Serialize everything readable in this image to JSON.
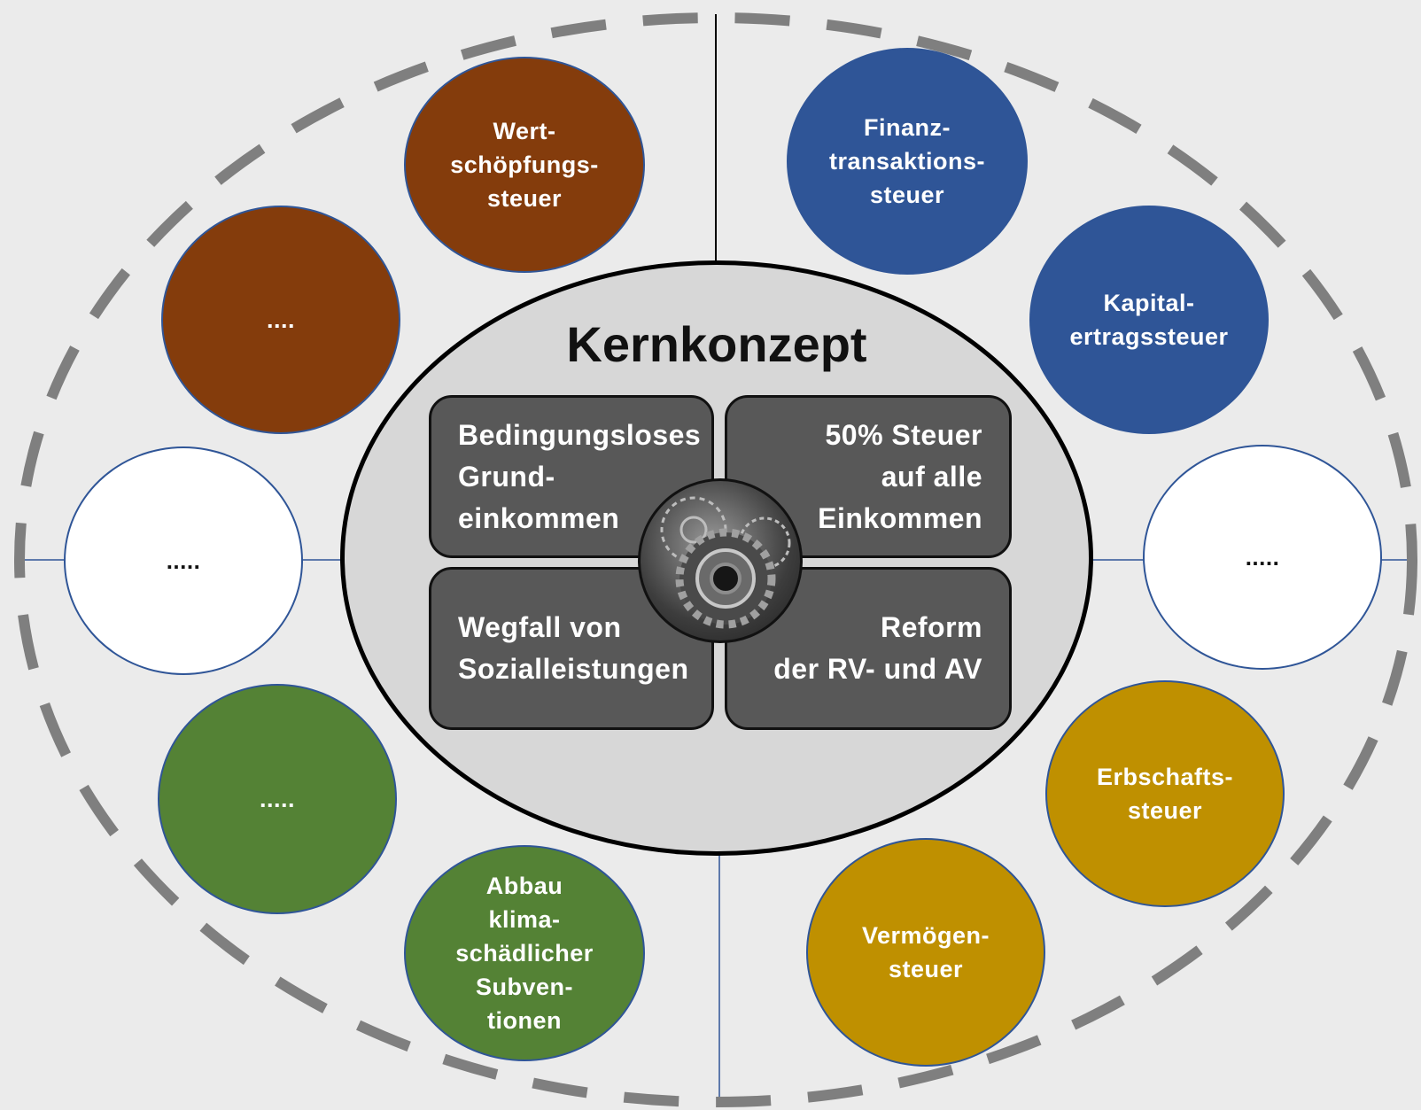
{
  "core": {
    "title": "Kernkonzept",
    "quadrants": [
      {
        "text": "Bedingungsloses\nGrund-\neinkommen"
      },
      {
        "text": "50% Steuer\nauf alle\nEinkommen"
      },
      {
        "text": "Wegfall von\nSozialleistungen"
      },
      {
        "text": "Reform\nder RV- und AV"
      }
    ],
    "center_icon": "gears-icon"
  },
  "satellites": [
    {
      "label": "Wert-\nschöpfungs-\nsteuer",
      "color": "#843c0c"
    },
    {
      "label": "....",
      "color": "#843c0c"
    },
    {
      "label": ".....",
      "color": "#ffffff"
    },
    {
      "label": ".....",
      "color": "#548235"
    },
    {
      "label": "Abbau\nklima-\nschädlicher\nSubven-\ntionen",
      "color": "#548235"
    },
    {
      "label": "Finanz-\ntransaktions-\nsteuer",
      "color": "#2f5597"
    },
    {
      "label": "Kapital-\nertragssteuer",
      "color": "#2f5597"
    },
    {
      "label": ".....",
      "color": "#ffffff"
    },
    {
      "label": "Erbschafts-\nsteuer",
      "color": "#bf9000"
    },
    {
      "label": "Vermögen-\nsteuer",
      "color": "#bf9000"
    }
  ],
  "colors": {
    "outer_ring": "#7f7f7f",
    "circle_border": "#2f5597"
  }
}
